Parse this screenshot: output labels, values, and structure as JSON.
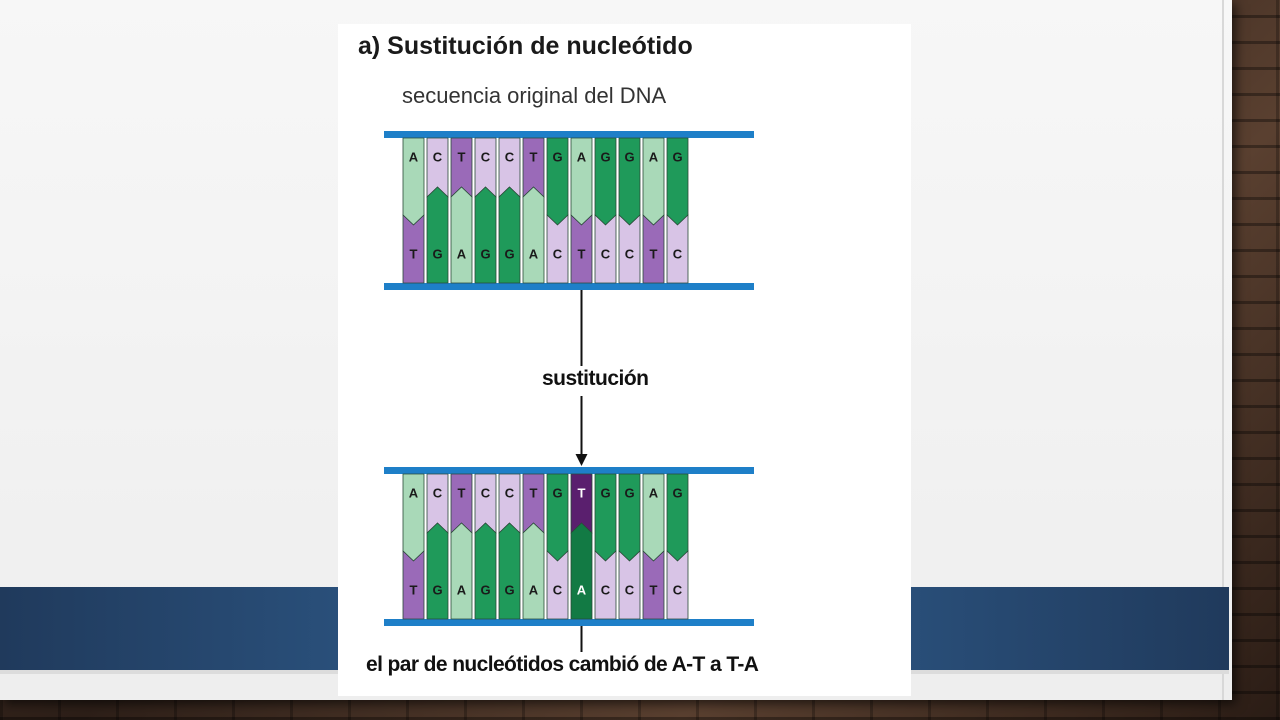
{
  "figure": {
    "title": "a) Sustitución de nucleótido",
    "subtitle": "secuencia original del DNA",
    "mutation_label": "sustitución",
    "caption": "el par de nucleótidos cambió de A-T a T-A"
  },
  "dna_original": {
    "top_strand": [
      "A",
      "C",
      "T",
      "C",
      "C",
      "T",
      "G",
      "A",
      "G",
      "G",
      "A",
      "G"
    ],
    "bottom_strand": [
      "T",
      "G",
      "A",
      "G",
      "G",
      "A",
      "C",
      "T",
      "C",
      "C",
      "T",
      "C"
    ]
  },
  "dna_mutated": {
    "top_strand": [
      "A",
      "C",
      "T",
      "C",
      "C",
      "T",
      "G",
      "T",
      "G",
      "G",
      "A",
      "G"
    ],
    "bottom_strand": [
      "T",
      "G",
      "A",
      "G",
      "G",
      "A",
      "C",
      "A",
      "C",
      "C",
      "T",
      "C"
    ],
    "mutated_index": 7
  },
  "colors": {
    "backbone": "#1e7fc8",
    "A": "#a9d9b8",
    "G": "#1f9a5a",
    "C": "#d8c4e6",
    "T": "#9a6ab8",
    "mutated_T": "#5a1f6e",
    "mutated_A": "#127a44",
    "slide_band": "#2c5582"
  }
}
